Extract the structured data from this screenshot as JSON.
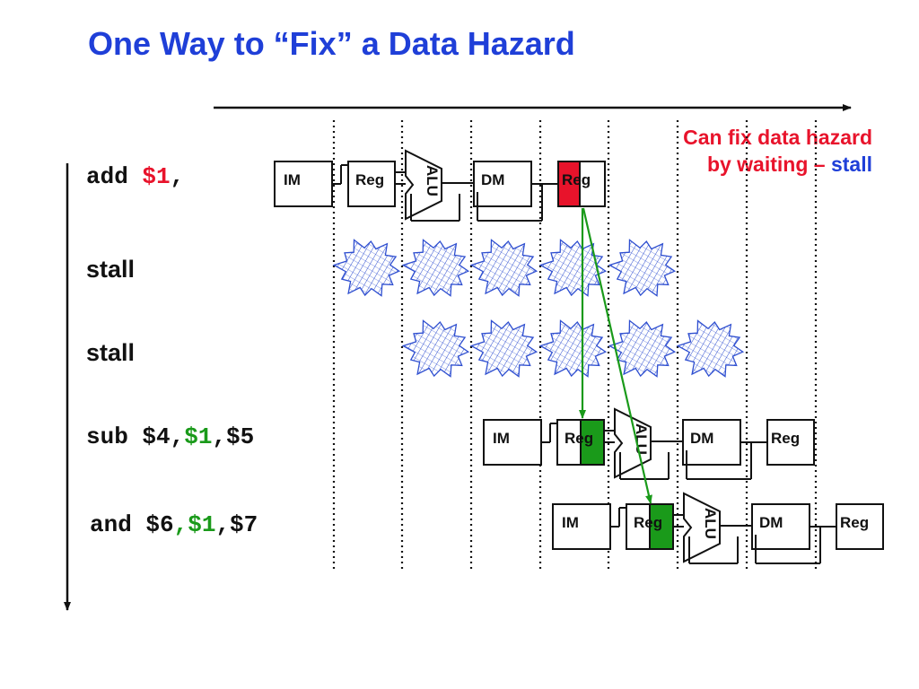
{
  "slide": {
    "title": "One Way to “Fix” a Data Hazard"
  },
  "note": {
    "part1": "Can fix data hazard by waiting – ",
    "part2": "stall"
  },
  "instructions": {
    "add": {
      "mnemonic": "add ",
      "reg": "$1",
      "rest": ","
    },
    "stall1": {
      "text": "stall"
    },
    "stall2": {
      "text": "stall"
    },
    "sub": {
      "mnemonic": "sub $4,",
      "reg": "$1",
      "rest": ",$5"
    },
    "and": {
      "mnemonic": "and $6",
      "reg": ",$1",
      "rest": ",$7"
    }
  },
  "stages": {
    "im": "IM",
    "reg": "Reg",
    "alu": "ALU",
    "dm": "DM"
  },
  "colors": {
    "title": "#1f3fd8",
    "note_red": "#e8132b",
    "reg_write_highlight": "#e8132b",
    "reg_read_highlight": "#1a9a1a",
    "forward_arrow": "#1a9a1a",
    "stall_bubble": "#2f4fd0"
  }
}
